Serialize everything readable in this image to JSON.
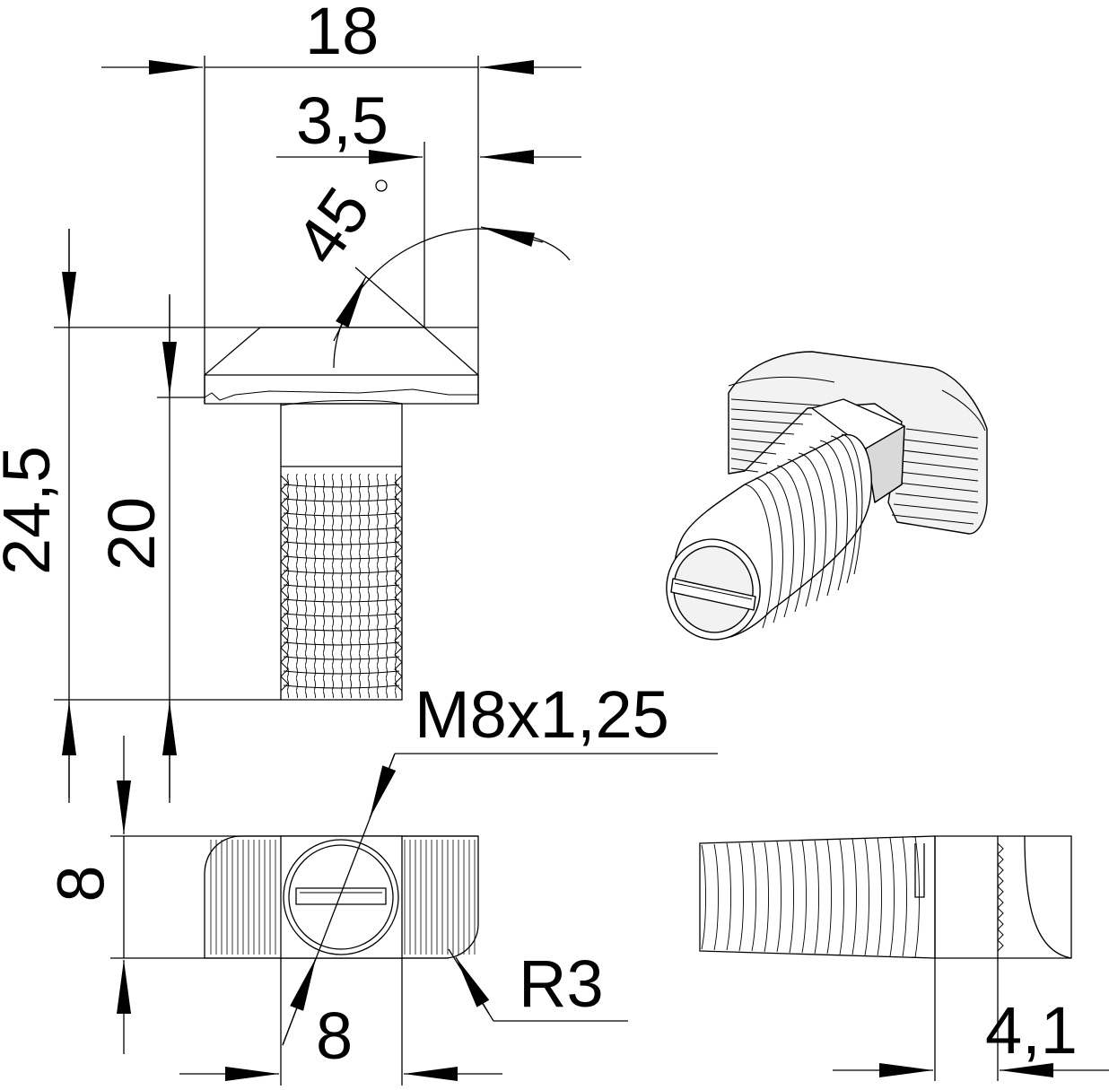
{
  "dimensions": {
    "width_18": "18",
    "width_3_5": "3,5",
    "angle_45": "45",
    "height_24_5": "24,5",
    "height_20": "20",
    "thread": "M8x1,25",
    "height_8": "8",
    "width_8": "8",
    "radius": "R3",
    "width_4_1": "4,1"
  },
  "colors": {
    "line": "#000000",
    "background": "#ffffff",
    "shade": "#d9d9d9",
    "light": "#f2f2f2"
  }
}
